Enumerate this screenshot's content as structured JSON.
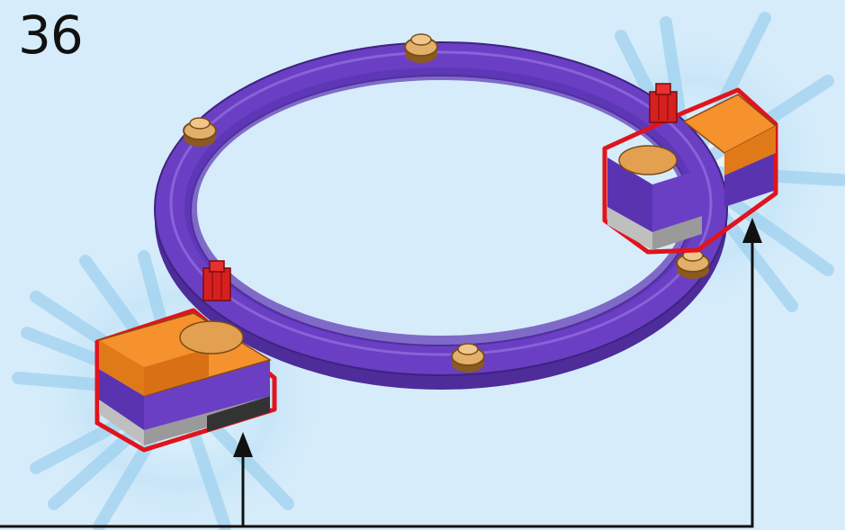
{
  "step": {
    "number": "36"
  },
  "colors": {
    "background": "#d6ecfa",
    "ring": "#6a3fc4",
    "ring_dark": "#4e2c99",
    "block_top": "#f5922e",
    "block_side": "#6a3fc4",
    "highlight_outline": "#e0141c",
    "peg": "#d62020",
    "stud": "#e2b06a",
    "arrow": "#111111",
    "glow": "#9ed0ee"
  },
  "components": {
    "ring": "purple-ring-track",
    "left_module": "orange-purple-block-left",
    "right_module": "orange-purple-block-right",
    "pegs": [
      "red-peg-left",
      "red-peg-right"
    ],
    "studs": [
      "stud-top",
      "stud-upper-left",
      "stud-right",
      "stud-bottom"
    ]
  },
  "callout": {
    "type": "bracket-with-two-arrows",
    "targets": [
      "left_module",
      "right_module"
    ]
  }
}
